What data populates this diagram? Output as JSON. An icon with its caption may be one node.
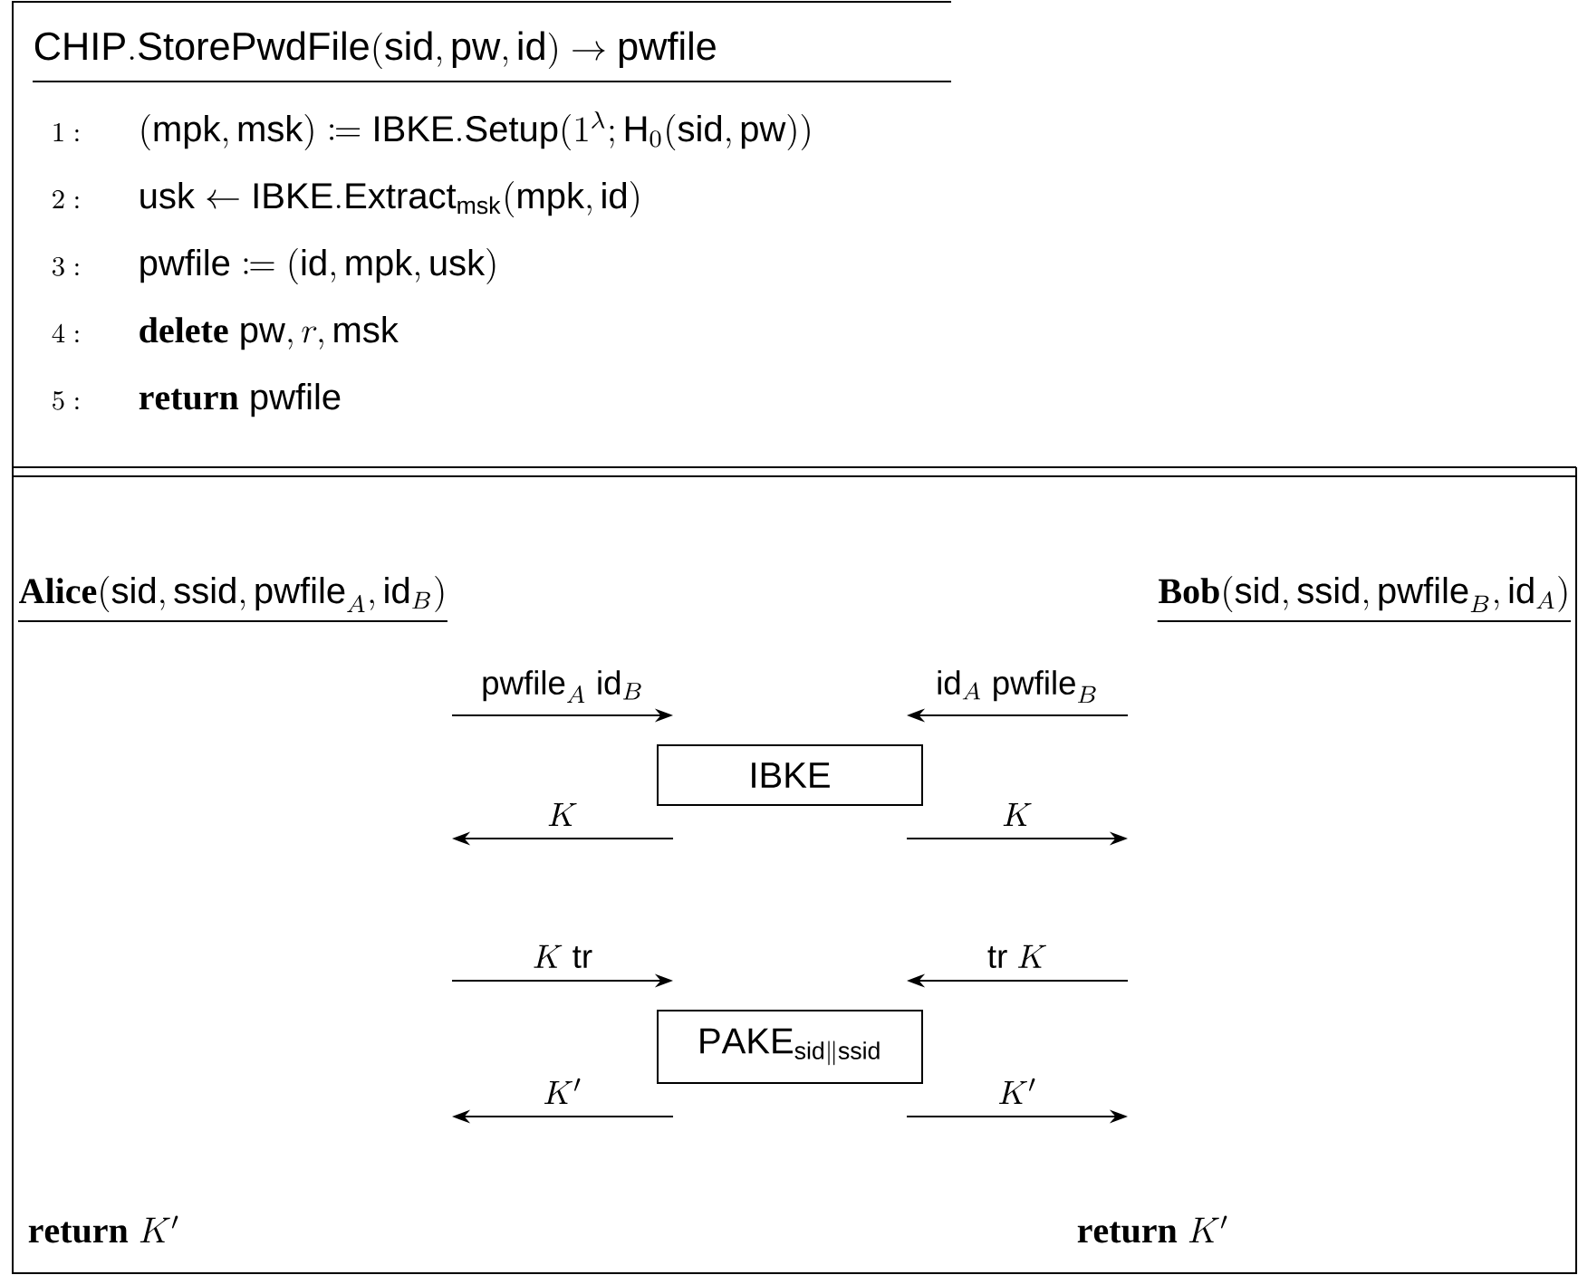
{
  "diagram": {
    "title": "\\mathsf{CHIP.StorePwdFile}(\\mathsf{sid}, \\mathsf{pw}, \\mathsf{id}) \\rightarrow \\mathsf{pwfile}",
    "nodes": [
      {
        "text": [
          "\\mathsf{IBKE}"
        ]
      },
      {
        "text": [
          "\\mathsf{PAKE}_{\\mathsf{sid}\\|\\mathsf{ssid}}"
        ]
      }
    ],
    "edges": [
      {
        "from": null,
        "to": 0,
        "arrow": "to",
        "label": "\\mathsf{pwfile}_A~\\mathsf{id}_B"
      },
      {
        "from": null,
        "to": 0,
        "arrow": "to",
        "label": "\\mathsf{id}_A~\\mathsf{pwfile}_B"
      },
      {
        "from": 0,
        "to": null,
        "arrow": "to",
        "label": "K"
      },
      {
        "from": 0,
        "to": null,
        "arrow": "to",
        "label": "K"
      },
      {
        "from": null,
        "to": 1,
        "arrow": "to",
        "label": "K~\\mathsf{tr}"
      },
      {
        "from": null,
        "to": 1,
        "arrow": "to",
        "label": "\\mathsf{tr}~K"
      },
      {
        "from": 1,
        "to": null,
        "arrow": "to",
        "label": "K'"
      },
      {
        "from": 1,
        "to": null,
        "arrow": "to",
        "label": "K'"
      }
    ],
    "labels": [
      "1:",
      "(\\mathsf{mpk}, \\mathsf{msk}) \\coloneqq \\mathsf{IBKE.Setup}(1^\\lambda; \\mathsf{H}_0(\\mathsf{sid}, \\mathsf{pw}))",
      "2:",
      "\\mathsf{usk} \\leftarrow \\mathsf{IBKE.Extract}_{\\mathsf{msk}}(\\mathsf{mpk}, \\mathsf{id})",
      "3:",
      "\\mathsf{pwfile} \\coloneqq (\\mathsf{id}, \\mathsf{mpk}, \\mathsf{usk})",
      "4:",
      "\\mathbf{delete}\\ \\mathsf{pw}, r, \\mathsf{msk}",
      "5:",
      "\\mathbf{return}\\ \\mathsf{pwfile}",
      "\\mathbf{Alice}(\\mathsf{sid}, \\mathsf{ssid}, \\mathsf{pwfile}_A, \\mathsf{id}_B)",
      "\\mathbf{Bob}(\\mathsf{sid}, \\mathsf{ssid}, \\mathsf{pwfile}_B, \\mathsf{id}_A)",
      "\\mathbf{return}~K'",
      "\\mathbf{return}~K'"
    ]
  }
}
